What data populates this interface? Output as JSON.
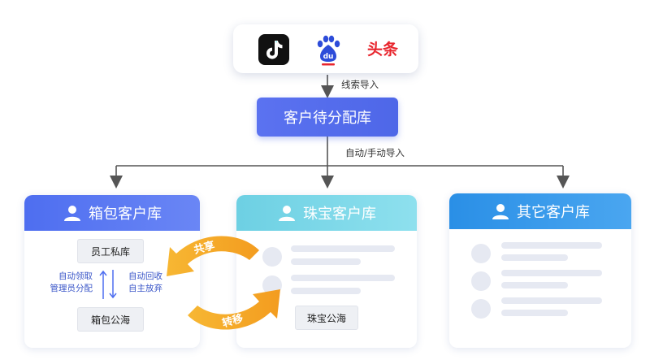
{
  "sources": {
    "icons": [
      "tiktok-icon",
      "baidu-icon",
      "toutiao-icon"
    ],
    "toutiao_text": "头条"
  },
  "flow": {
    "lead_import_label": "线索导入",
    "pool_label": "客户待分配库",
    "auto_manual_label": "自动/手动导入"
  },
  "cards": {
    "bags": {
      "title": "箱包客户库",
      "private_box": "员工私库",
      "left_note_1": "自动领取",
      "left_note_2": "管理员分配",
      "right_note_1": "自动回收",
      "right_note_2": "自主放弃",
      "public_box": "箱包公海",
      "color": "#4e6ef0"
    },
    "jewelry": {
      "title": "珠宝客户库",
      "public_box": "珠宝公海",
      "color": "#26b6d6"
    },
    "other": {
      "title": "其它客户库",
      "color": "#2a8fe6"
    }
  },
  "share_label": "共享",
  "transfer_label": "转移",
  "colors": {
    "arrow_orange": "#f5a524",
    "line": "#555555"
  }
}
